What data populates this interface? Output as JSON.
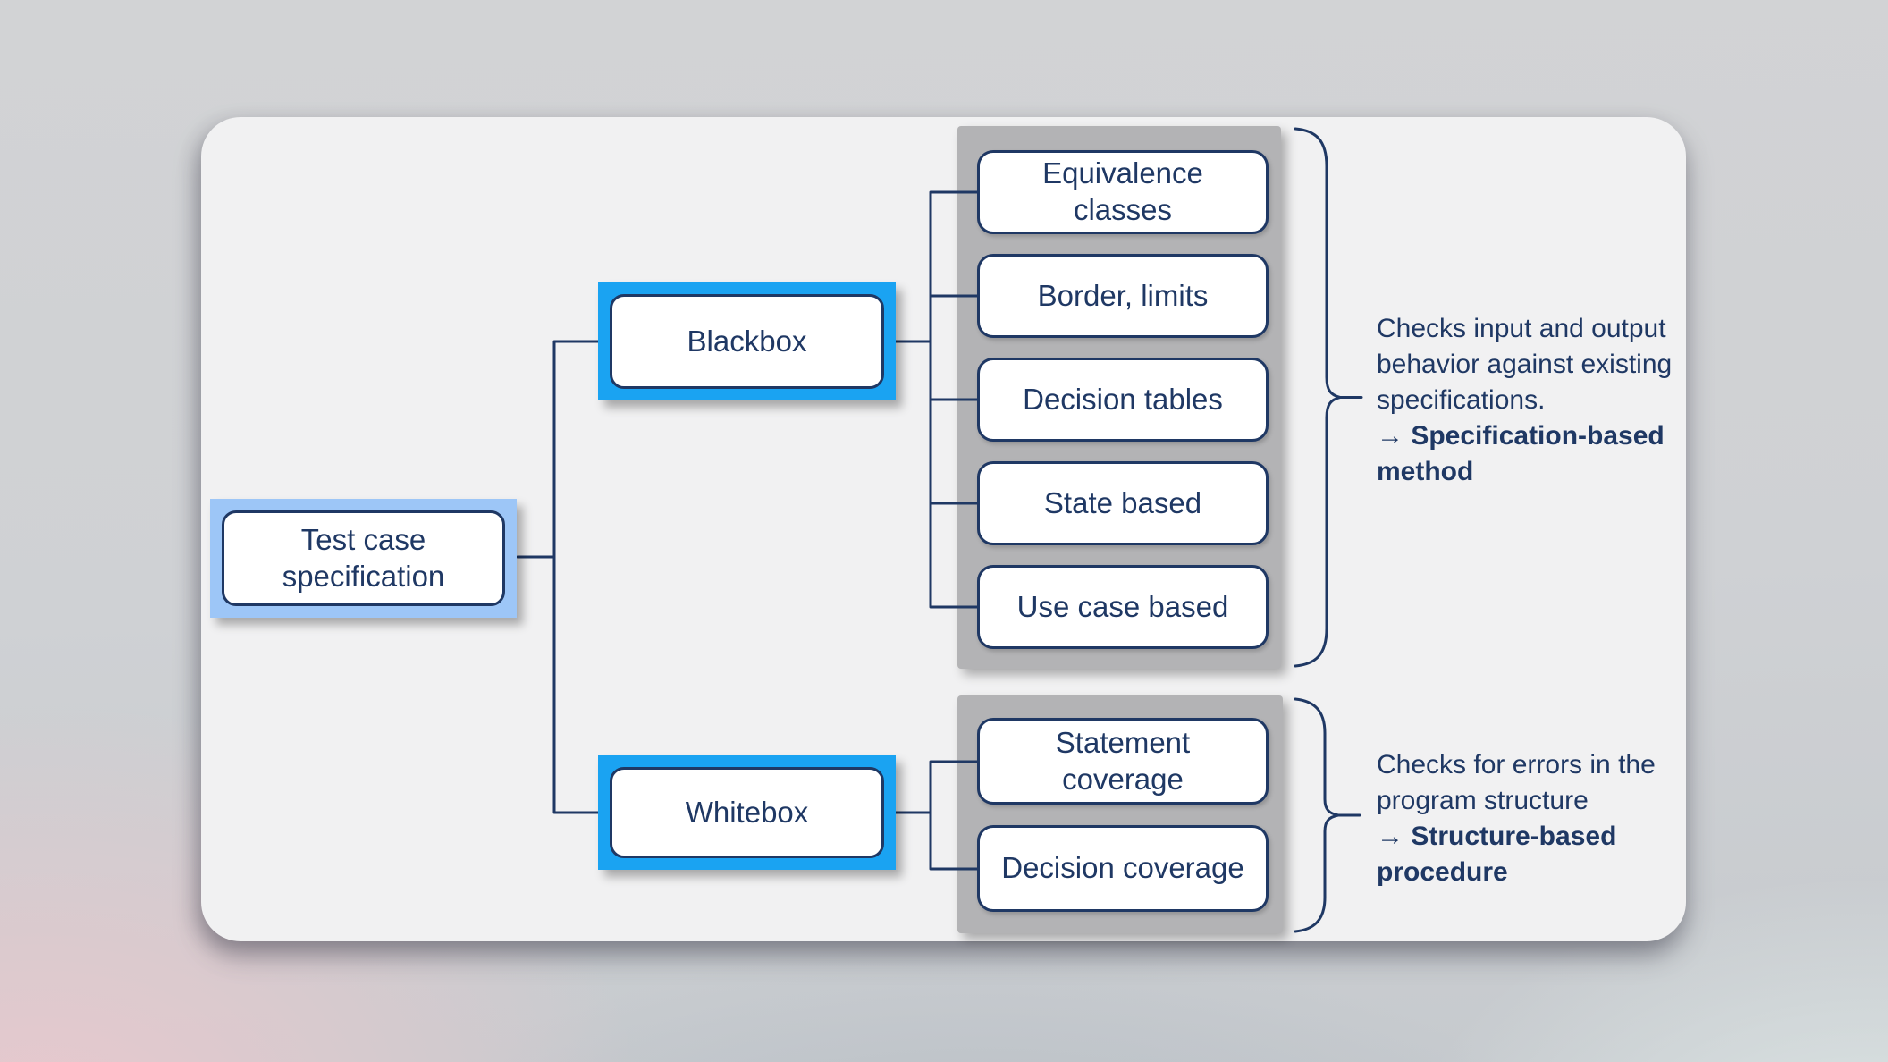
{
  "colors": {
    "navy": "#1f3864",
    "bright_blue": "#1aa3f2",
    "light_blue": "#9dc6f7",
    "panel_bg": "#f1f1f2",
    "group_gray": "#b3b3b5",
    "box_white": "#ffffff"
  },
  "tree": {
    "root": {
      "lines": [
        "Test case",
        "specification"
      ]
    },
    "branches": [
      {
        "label": "Blackbox",
        "children": [
          {
            "lines": [
              "Equivalence",
              "classes"
            ]
          },
          {
            "lines": [
              "Border, limits"
            ]
          },
          {
            "lines": [
              "Decision tables"
            ]
          },
          {
            "lines": [
              "State based"
            ]
          },
          {
            "lines": [
              "Use case based"
            ]
          }
        ]
      },
      {
        "label": "Whitebox",
        "children": [
          {
            "lines": [
              "Statement",
              "coverage"
            ]
          },
          {
            "lines": [
              "Decision coverage"
            ]
          }
        ]
      }
    ]
  },
  "annotations": [
    {
      "lines": [
        "Checks input and output",
        "behavior against existing",
        "specifications."
      ],
      "bold_lines": [
        "→ Specification-based",
        "method"
      ]
    },
    {
      "lines": [
        "Checks for errors in the",
        "program structure"
      ],
      "bold_lines": [
        "→ Structure-based",
        "procedure"
      ]
    }
  ]
}
